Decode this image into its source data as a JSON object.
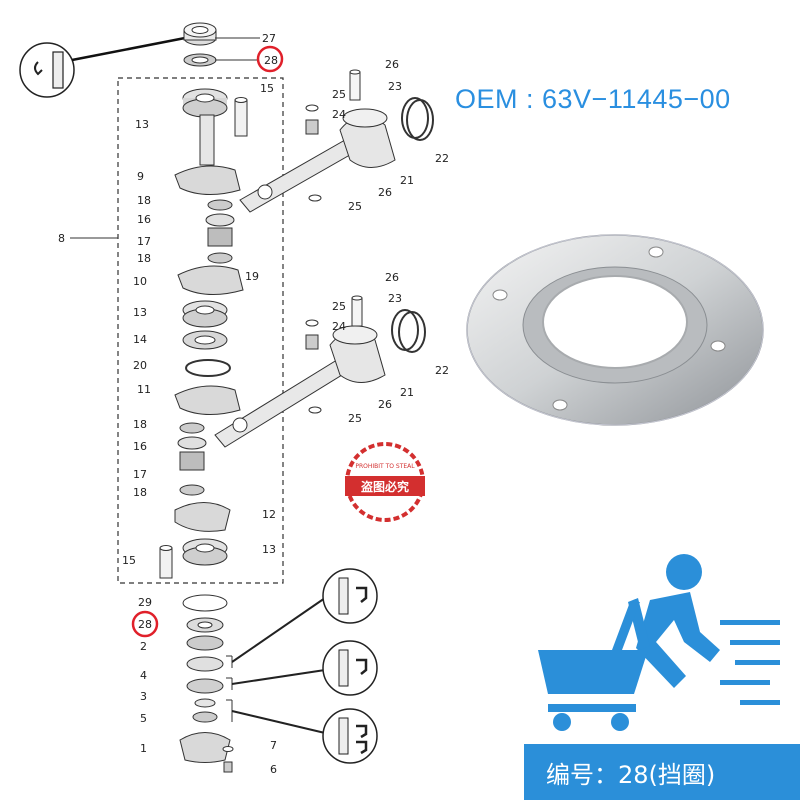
{
  "oem_label": "OEM : 63V−11445−00",
  "caption": "编号：28(挡圈)",
  "watermark": {
    "top": "PROHIBIT TO STEAL",
    "main": "盗图必究"
  },
  "colors": {
    "accent": "#2a8fe0",
    "caption_bg": "#2b8fd9",
    "highlight": "#e0202a",
    "stamp": "#d32f2f"
  },
  "callouts": {
    "c27": "27",
    "c28a": "28",
    "c13a": "13",
    "c15a": "15",
    "c9": "9",
    "c18a": "18",
    "c16a": "16",
    "c8": "8",
    "c17a": "17",
    "c18b": "18",
    "c10": "10",
    "c19": "19",
    "c13b": "13",
    "c14": "14",
    "c20": "20",
    "c11": "11",
    "c18c": "18",
    "c16b": "16",
    "c17b": "17",
    "c18d": "18",
    "c12": "12",
    "c15b": "15",
    "c13c": "13",
    "c26a": "26",
    "c23a": "23",
    "c25a": "25",
    "c24a": "24",
    "c22a": "22",
    "c21a": "21",
    "c26b": "26",
    "c25b": "25",
    "c26c": "26",
    "c23b": "23",
    "c25c": "25",
    "c24b": "24",
    "c22b": "22",
    "c21b": "21",
    "c26d": "26",
    "c25d": "25",
    "c29": "29",
    "c28b": "28",
    "c2": "2",
    "c4": "4",
    "c3": "3",
    "c5": "5",
    "c1": "1",
    "c7": "7",
    "c6": "6"
  },
  "icons": [
    "seal-detail-icon",
    "shopping-cart-runner-icon",
    "prohibit-stamp-icon"
  ]
}
